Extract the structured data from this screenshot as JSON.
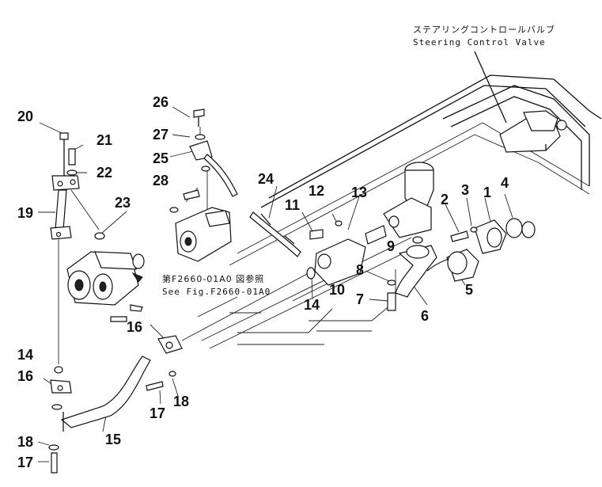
{
  "labels": {
    "jp_title": "ステアリングコントロールバルブ",
    "en_title": "Steering Control Valve",
    "ref_jp": "第F2660-01A0 図参照",
    "ref_en": "See Fig.F2660-01A0"
  },
  "callouts": [
    {
      "id": "c1",
      "text": "1"
    },
    {
      "id": "c2",
      "text": "2"
    },
    {
      "id": "c3",
      "text": "3"
    },
    {
      "id": "c4",
      "text": "4"
    },
    {
      "id": "c5",
      "text": "5"
    },
    {
      "id": "c6",
      "text": "6"
    },
    {
      "id": "c7",
      "text": "7"
    },
    {
      "id": "c8",
      "text": "8"
    },
    {
      "id": "c9",
      "text": "9"
    },
    {
      "id": "c10",
      "text": "10"
    },
    {
      "id": "c11",
      "text": "11"
    },
    {
      "id": "c12",
      "text": "12"
    },
    {
      "id": "c13",
      "text": "13"
    },
    {
      "id": "c14a",
      "text": "14"
    },
    {
      "id": "c14b",
      "text": "14"
    },
    {
      "id": "c15",
      "text": "15"
    },
    {
      "id": "c16a",
      "text": "16"
    },
    {
      "id": "c16b",
      "text": "16"
    },
    {
      "id": "c17a",
      "text": "17"
    },
    {
      "id": "c17b",
      "text": "17"
    },
    {
      "id": "c18a",
      "text": "18"
    },
    {
      "id": "c18b",
      "text": "18"
    },
    {
      "id": "c19",
      "text": "19"
    },
    {
      "id": "c20",
      "text": "20"
    },
    {
      "id": "c21",
      "text": "21"
    },
    {
      "id": "c22",
      "text": "22"
    },
    {
      "id": "c23",
      "text": "23"
    },
    {
      "id": "c24",
      "text": "24"
    },
    {
      "id": "c25",
      "text": "25"
    },
    {
      "id": "c26",
      "text": "26"
    },
    {
      "id": "c27",
      "text": "27"
    },
    {
      "id": "c28",
      "text": "28"
    }
  ]
}
